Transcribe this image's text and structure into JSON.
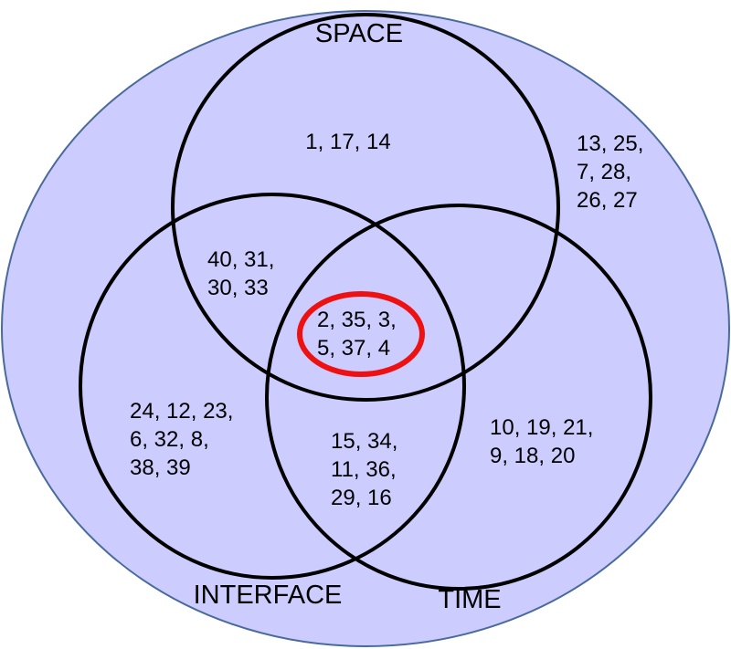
{
  "sets": {
    "space": "SPACE",
    "interface": "INTERFACE",
    "time": "TIME"
  },
  "regions": {
    "space_only": [
      "1, 17, 14"
    ],
    "outside": [
      "13, 25,",
      "7, 28,",
      "26, 27"
    ],
    "space_interface": [
      "40, 31,",
      "30, 33"
    ],
    "all_three": [
      "2, 35, 3,",
      "5, 37, 4"
    ],
    "interface_only": [
      "24, 12, 23,",
      "6, 32, 8,",
      "38, 39"
    ],
    "interface_time": [
      "15, 34,",
      "11, 36,",
      "29, 16"
    ],
    "time_only": [
      "10, 19, 21,",
      "9, 18, 20"
    ]
  },
  "colors": {
    "background": "#ccccff",
    "circle_stroke": "#000000",
    "highlight": "#ee1111"
  }
}
